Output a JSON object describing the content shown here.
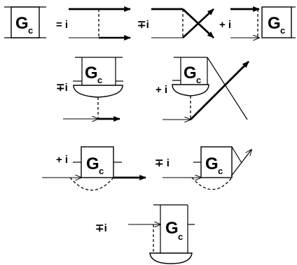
{
  "block": {
    "letter": "G",
    "subscript": "c"
  },
  "coefficients": {
    "equals_i": "= i",
    "row1_cross": "∓i",
    "row1_plus": "+ i",
    "row2_left": "∓i",
    "row2_right": "+ i",
    "row3_left": "+ i",
    "row3_right": "∓ i",
    "row4": "∓i"
  }
}
